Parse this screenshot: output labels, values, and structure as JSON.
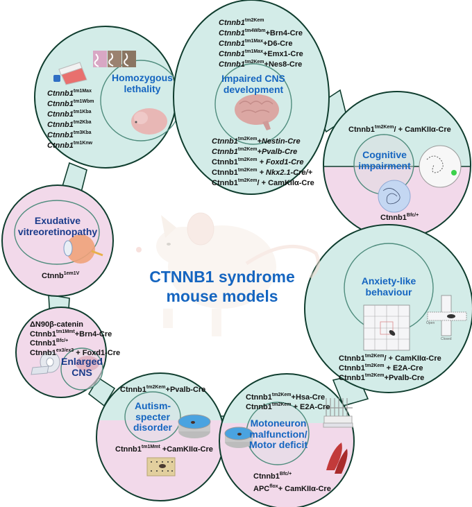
{
  "diagram": {
    "center_title_line1": "CTNNB1 syndrome",
    "center_title_line2": "mouse models",
    "colors": {
      "teal_fill": "#d3ece8",
      "pink_fill": "#f2d9ea",
      "outline": "#0f3d2e",
      "inner_outline": "#4f8c7d",
      "title_blue": "#1565c0",
      "title_navy": "#1a3b8a"
    },
    "nodes": [
      {
        "id": "homozygous-lethality",
        "title_lines": [
          "Homozygous",
          "lethality"
        ],
        "genotypes": [
          {
            "base": "Ctnnb1",
            "sup": "tm1Max",
            "suffix": "",
            "italic": true
          },
          {
            "base": "Ctnnb1",
            "sup": "tm1Wbm",
            "suffix": "",
            "italic": true
          },
          {
            "base": "Ctnnb1",
            "sup": "tm1Kba",
            "suffix": "",
            "italic": true
          },
          {
            "base": "Ctnnb1",
            "sup": "tm2Kba",
            "suffix": "",
            "italic": true
          },
          {
            "base": "Ctnnb1",
            "sup": "tm3Kba",
            "suffix": "",
            "italic": true
          },
          {
            "base": "Ctnnb1",
            "sup": "tm1Knw",
            "suffix": "",
            "italic": true
          }
        ],
        "icons": [
          "cell-culture-flask-icon",
          "histology-tissue-icon",
          "embryo-icon"
        ]
      },
      {
        "id": "impaired-cns-development",
        "title_lines": [
          "Impaired CNS",
          "development"
        ],
        "genotypes_top": [
          {
            "base": "Ctnnb1",
            "sup": "tm2Kem",
            "suffix": ""
          },
          {
            "base": "Ctnnb1",
            "sup": "tm4Wbm",
            "suffix": "+Brn4-Cre"
          },
          {
            "base": "Ctnnb1",
            "sup": "tm1Max",
            "suffix": "+D6-Cre"
          },
          {
            "base": "Ctnnb1",
            "sup": "tm1Max",
            "suffix": "+Emx1-Cre"
          },
          {
            "base": "Ctnnb1",
            "sup": "tm2Kem",
            "suffix": "+Nes8-Cre"
          }
        ],
        "genotypes_bottom": [
          {
            "base": "Ctnnb1",
            "sup": "tm2Kem",
            "suffix": "+Nestin-Cre"
          },
          {
            "base": "Ctnnb1",
            "sup": "tm2Kem",
            "suffix": "+Pvalb-Cre"
          },
          {
            "base": "Ctnnb1",
            "sup": "tm2Kem",
            "suffix": " + Foxd1-Cre"
          },
          {
            "base": "Ctnnb1",
            "sup": "tm2Kem",
            "suffix": " + Nkx2.1-Cre/+"
          },
          {
            "base": "Ctnnb1",
            "sup": "tm2Kem",
            "suffix": "/ + CamKIIα-Cre"
          }
        ],
        "icons": [
          "brain-icon"
        ]
      },
      {
        "id": "cognitive-impairment",
        "title_lines": [
          "Cognitive",
          "impairment"
        ],
        "genotypes_top": [
          {
            "base": "Ctnnb1",
            "sup": "tm2Kem",
            "suffix": "/ + CamKIIα-Cre"
          }
        ],
        "genotypes_bottom": [
          {
            "base": "Ctnnb1",
            "sup": "Bfc/+",
            "suffix": ""
          }
        ],
        "icons": [
          "barnes-maze-icon",
          "water-maze-trace-icon"
        ]
      },
      {
        "id": "exudative-vitreoretinopathy",
        "title_lines": [
          "Exudative",
          "vitreoretinopathy"
        ],
        "genotypes": [
          {
            "base": "Ctnnb",
            "sup": "1em1V",
            "suffix": ""
          }
        ],
        "icons": [
          "eye-icon"
        ]
      },
      {
        "id": "anxiety-like-behaviour",
        "title_lines": [
          "Anxiety-like",
          "behaviour"
        ],
        "genotypes": [
          {
            "base": "Ctnnb1",
            "sup": "tm2Kem",
            "suffix": "/ + CamKIIα-Cre"
          },
          {
            "base": "Ctnnb1",
            "sup": "tm2Kem",
            "suffix": " + E2A-Cre"
          },
          {
            "base": "Ctnnb1",
            "sup": "tm2Kem",
            "suffix": "+Pvalb-Cre"
          }
        ],
        "maze_labels": {
          "open": "Open",
          "closed": "Closed"
        },
        "icons": [
          "open-field-icon",
          "elevated-plus-maze-icon"
        ]
      },
      {
        "id": "enlarged-cns",
        "title_lines": [
          "Enlarged",
          "CNS"
        ],
        "genotypes": [
          {
            "base": "ΔN90β-catenin",
            "sup": "",
            "suffix": ""
          },
          {
            "base": "Ctnnb1",
            "sup": "tm1Mmt",
            "suffix": "+Brn4-Cre"
          },
          {
            "base": "Ctnnb1",
            "sup": "Bfc/+",
            "suffix": ""
          },
          {
            "base": "Ctnnb1",
            "sup": "ex3/ex3",
            "suffix": " + Foxd1-Cre"
          }
        ],
        "icons": [
          "mri-scanner-icon",
          "brain-icon"
        ]
      },
      {
        "id": "autism-spectrum-disorder",
        "title_lines": [
          "Autism-",
          "specter",
          "disorder"
        ],
        "genotypes_top": [
          {
            "base": "Ctnnb1",
            "sup": "tm2Kem",
            "suffix": "+Pvalb-Cre"
          }
        ],
        "genotypes_bottom": [
          {
            "base": "Ctnnb1",
            "sup": "tm1Mmt",
            "suffix": " +CamKIIα-Cre"
          }
        ],
        "icons": [
          "water-tank-icon",
          "hole-board-icon"
        ]
      },
      {
        "id": "motoneuron-malfunction",
        "title_lines": [
          "Motoneuron",
          "malfunction/",
          "Motor deficit"
        ],
        "genotypes_top": [
          {
            "base": "Ctnnb1",
            "sup": "tm2Kem",
            "suffix": "+Hsa-Cre"
          },
          {
            "base": "Ctnnb1",
            "sup": "tm2Kem",
            "suffix": " + E2A-Cre"
          }
        ],
        "genotypes_bottom": [
          {
            "base": "Ctnnb1",
            "sup": "Bfc/+",
            "suffix": ""
          },
          {
            "base": "APC",
            "sup": "flox",
            "suffix": "+ CamKIIα-Cre"
          }
        ],
        "icons": [
          "water-tank-icon",
          "grip-test-apparatus-icon",
          "muscle-icon"
        ]
      }
    ]
  }
}
